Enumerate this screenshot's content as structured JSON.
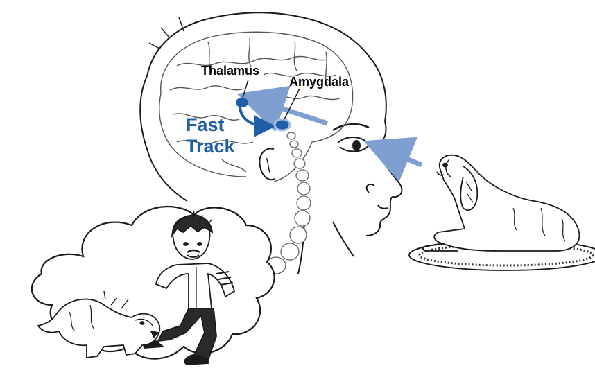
{
  "labels": {
    "thalamus": "Thalamus",
    "amygdala": "Amygdala",
    "fast_track_line1": "Fast",
    "fast_track_line2": "Track"
  },
  "colors": {
    "accent_blue": "#1f5fa8",
    "arrow_blue": "#7f9fd0",
    "ink": "#1a1a1a"
  },
  "icons": {
    "head": "head-profile-drawing",
    "brain": "brain-drawing",
    "dog": "dog-drawing",
    "thought_bubble": "thought-bubble",
    "man": "frightened-man-drawing",
    "attacking_dog": "attacking-dog-drawing"
  }
}
